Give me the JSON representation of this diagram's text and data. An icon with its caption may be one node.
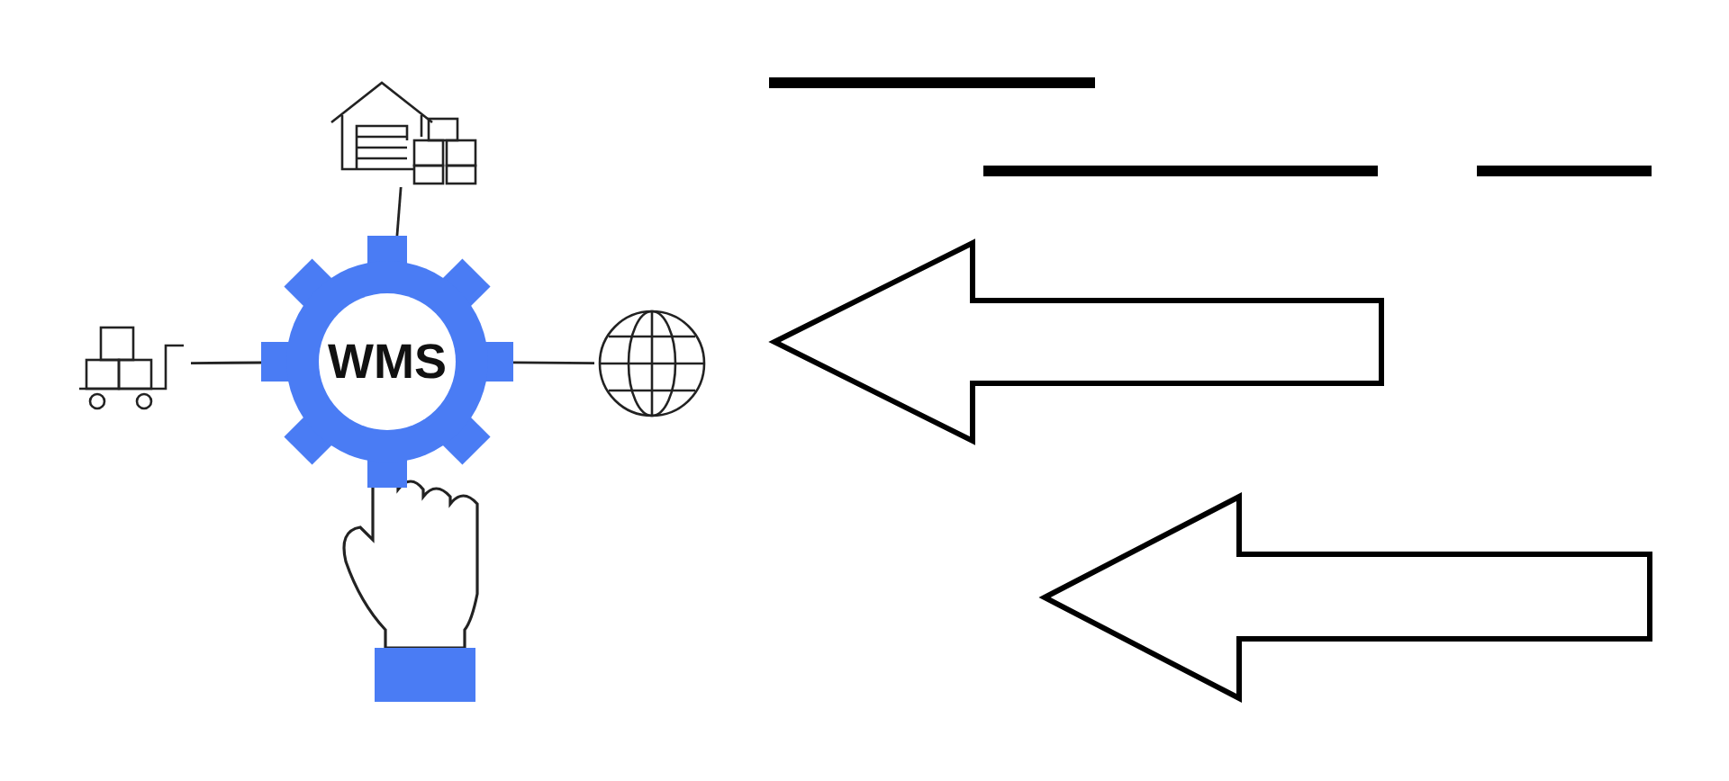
{
  "diagram": {
    "nodes": [
      {
        "text": [],
        "shape": "picture"
      },
      {
        "text": [],
        "shape": "picture"
      },
      {
        "text": [
          "WMS"
        ]
      },
      {
        "text": [],
        "shape": "picture"
      }
    ],
    "edges": [
      {
        "from": 2,
        "to": 0,
        "arrow": "none"
      },
      {
        "from": 2,
        "to": 1,
        "arrow": "none"
      },
      {
        "from": 2,
        "to": 3,
        "arrow": "none"
      }
    ]
  }
}
